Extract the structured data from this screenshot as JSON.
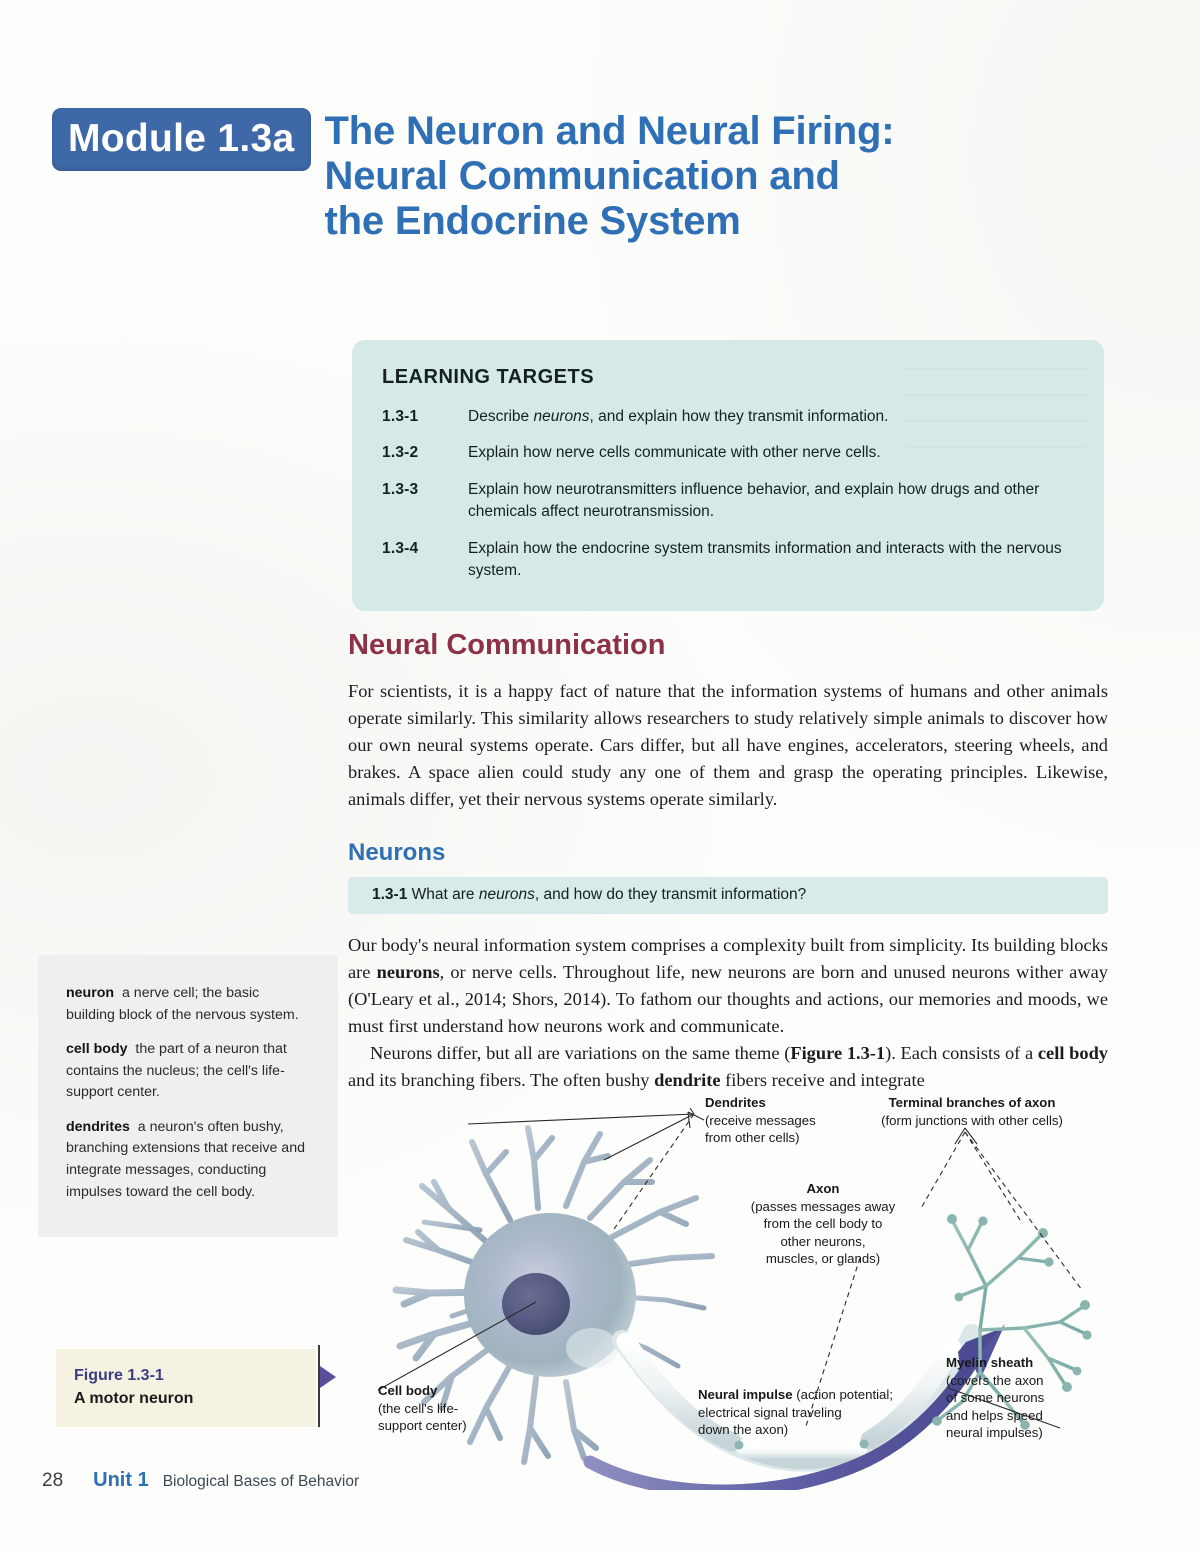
{
  "header": {
    "badge": "Module 1.3a",
    "title_lines": [
      "The Neuron and Neural Firing:",
      "Neural Communication and",
      "the Endocrine System"
    ]
  },
  "learning_targets": {
    "heading": "LEARNING TARGETS",
    "items": [
      {
        "num": "1.3-1",
        "text_before": "Describe ",
        "italic": "neurons",
        "text_after": ", and explain how they transmit information."
      },
      {
        "num": "1.3-2",
        "text_before": "Explain how nerve cells communicate with other nerve cells.",
        "italic": "",
        "text_after": ""
      },
      {
        "num": "1.3-3",
        "text_before": "Explain how neurotransmitters influence behavior, and explain how drugs and other chemicals affect neurotransmission.",
        "italic": "",
        "text_after": ""
      },
      {
        "num": "1.3-4",
        "text_before": "Explain how the endocrine system transmits information and interacts with the nervous system.",
        "italic": "",
        "text_after": ""
      }
    ]
  },
  "main": {
    "section_heading": "Neural Communication",
    "intro_paragraph": "For scientists, it is a happy fact of nature that the information systems of humans and other animals operate similarly. This similarity allows researchers to study relatively simple animals to discover how our own neural systems operate. Cars differ, but all have engines, accelerators, steering wheels, and brakes. A space alien could study any one of them and grasp the operating principles. Likewise, animals differ, yet their nervous systems operate similarly.",
    "sub_heading": "Neurons",
    "lo_num": "1.3-1",
    "lo_text_before": "What are ",
    "lo_italic": "neurons",
    "lo_text_after": ", and how do they transmit information?",
    "para2_a": "Our body's neural information system comprises a complexity built from simplicity. Its building blocks are ",
    "para2_b": "neurons",
    "para2_c": ", or nerve cells. Throughout life, new neurons are born and unused neurons wither away (O'Leary et al., 2014; Shors, 2014). To fathom our thoughts and actions, our memories and moods, we must first understand how neurons work and communicate.",
    "para3_a": "Neurons differ, but all are variations on the same theme (",
    "para3_fig": "Figure 1.3-1",
    "para3_b": "). Each consists of a ",
    "para3_c": "cell body",
    "para3_d": " and its branching fibers. The often bushy ",
    "para3_e": "dendrite",
    "para3_f": " fibers receive and integrate"
  },
  "glossary": [
    {
      "term": "neuron",
      "definition": "a nerve cell; the basic building block of the nervous system."
    },
    {
      "term": "cell body",
      "definition": "the part of a neuron that contains the nucleus; the cell's life-support center."
    },
    {
      "term": "dendrites",
      "definition": "a neuron's often bushy, branching extensions that receive and integrate messages, conducting impulses toward the cell body."
    }
  ],
  "figure": {
    "caption_label": "Figure 1.3-1",
    "caption_title": "A motor neuron",
    "labels": {
      "dendrites_title": "Dendrites",
      "dendrites_sub_1": "(receive messages",
      "dendrites_sub_2": "from other cells)",
      "terminal_title": "Terminal branches of axon",
      "terminal_sub": "(form junctions with other cells)",
      "axon_title": "Axon",
      "axon_sub_1": "(passes messages away",
      "axon_sub_2": "from the cell body to",
      "axon_sub_3": "other neurons,",
      "axon_sub_4": "muscles, or glands)",
      "cellbody_title": "Cell body",
      "cellbody_sub_1": "(the cell's life-",
      "cellbody_sub_2": "support center)",
      "impulse_title": "Neural impulse",
      "impulse_sub_0": "(action potential;",
      "impulse_sub_1": "electrical signal traveling",
      "impulse_sub_2": "down the axon)",
      "myelin_title": "Myelin sheath",
      "myelin_sub_1": "(covers the axon",
      "myelin_sub_2": "of some neurons",
      "myelin_sub_3": "and helps speed",
      "myelin_sub_4": "neural impulses)"
    }
  },
  "footer": {
    "page_number": "28",
    "unit_label": "Unit 1",
    "unit_title": "Biological Bases of Behavior"
  },
  "colors": {
    "badge_blue": "#3e68a8",
    "title_blue": "#2f6fb5",
    "maroon": "#8d3149",
    "teal_box": "#d6e9e9",
    "caption_cream": "#f6f2e2",
    "glossary_gray": "#efefee",
    "impulse_purple": "#5b4f9b"
  }
}
